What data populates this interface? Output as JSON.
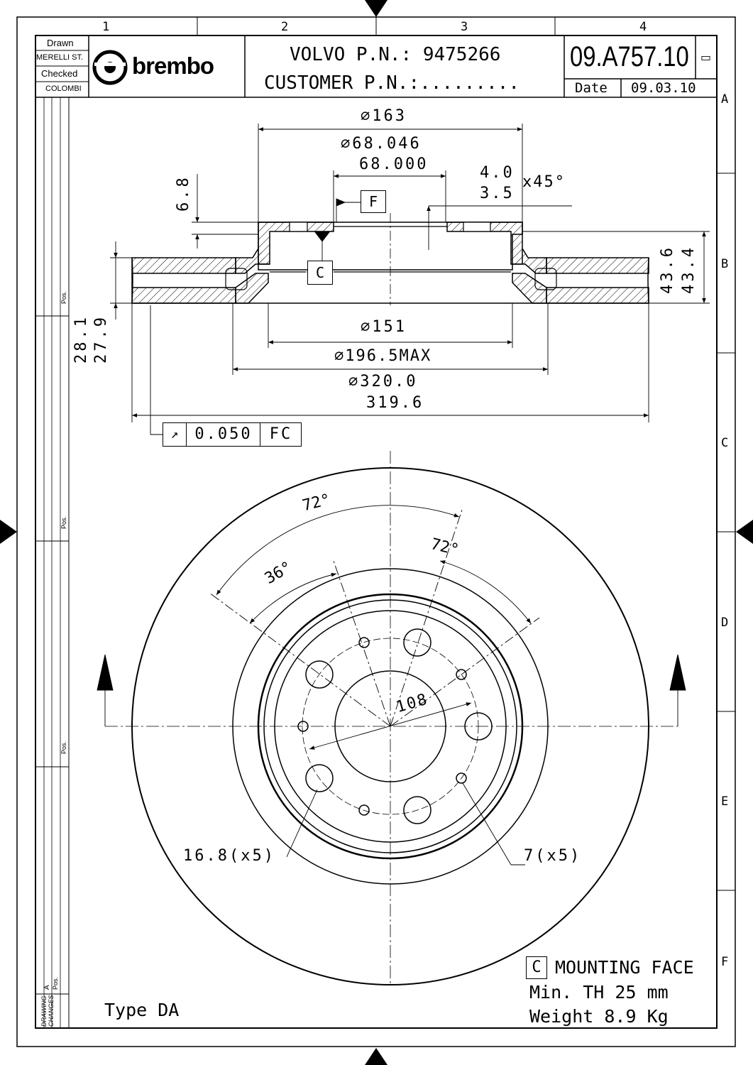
{
  "header": {
    "drawn_label": "Drawn",
    "drawn_by": "MERELLI ST.",
    "checked_label": "Checked",
    "checked_by": "COLOMBI",
    "brand": "brembo",
    "oem_pn": "VOLVO P.N.: 9475266",
    "customer_pn": "CUSTOMER P.N.:.........",
    "drawing_number": "09.A757.10",
    "revision_mark": "▭",
    "date_label": "Date",
    "date_value": "09.03.10"
  },
  "grid": {
    "columns": [
      "1",
      "2",
      "3",
      "4"
    ],
    "rows": [
      "A",
      "B",
      "C",
      "D",
      "E",
      "F"
    ]
  },
  "side_block": {
    "pos_label": "Pos.",
    "a_label": "A",
    "drawing_changes": "DRAWING CHANGES"
  },
  "section_view": {
    "dia_163": "⌀163",
    "dia_hub_max": "⌀68.046",
    "dia_hub_min": "68.000",
    "datum_f": "F",
    "datum_c": "C",
    "chamfer_max": "4.0",
    "chamfer_min": "3.5",
    "chamfer_angle": "x45°",
    "hat_depth": "6.8",
    "height_max": "43.6",
    "height_min": "43.4",
    "thickness_max": "28.1",
    "thickness_min": "27.9",
    "dia_151": "⌀151",
    "dia_196": "⌀196.5MAX",
    "outer_dia_max": "⌀320.0",
    "outer_dia_min": "319.6",
    "runout_symbol": "↗",
    "runout_value": "0.050",
    "runout_datums": "FC"
  },
  "front_view": {
    "angle_72_a": "72°",
    "angle_72_b": "72°",
    "angle_36": "36°",
    "pcd": "108",
    "bolt_holes": "16.8(x5)",
    "small_holes": "7(x5)"
  },
  "notes": {
    "mounting_face_tag": "C",
    "mounting_face": "MOUNTING FACE",
    "min_thickness": "Min. TH 25 mm",
    "weight": "Weight 8.9 Kg",
    "type": "Type DA"
  }
}
